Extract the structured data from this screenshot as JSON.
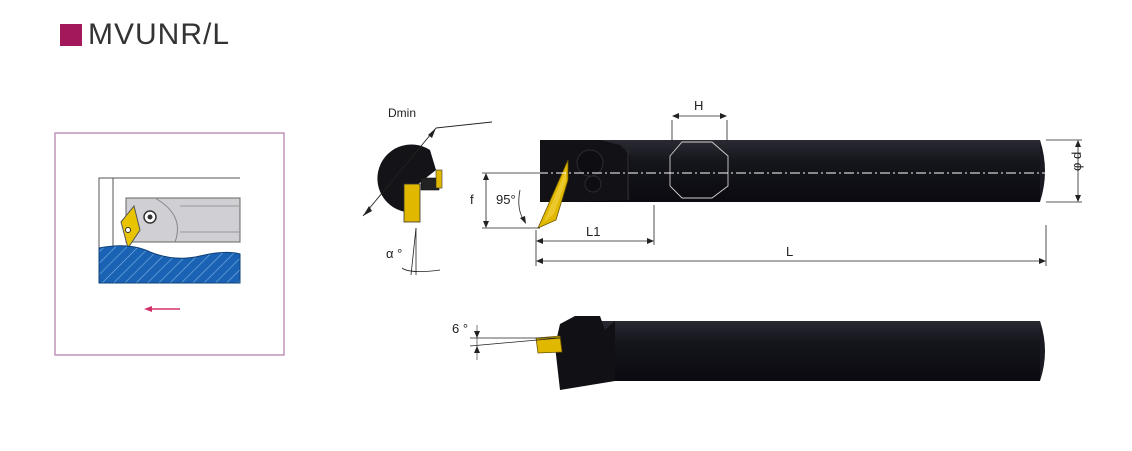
{
  "header": {
    "title": "MVUNR/L",
    "accent_color": "#a3185a"
  },
  "labels": {
    "dmin": "Dmin",
    "h": "H",
    "phi_d": "φ d",
    "f": "f",
    "angle_95": "95°",
    "l1": "L1",
    "l": "L",
    "alpha": "α °",
    "angle_6": "6 °"
  },
  "colors": {
    "tool_body": "#15151c",
    "insert": "#e0b800",
    "workpiece": "#1a63b4",
    "frame_border": "#b27aa8",
    "arrow": "#d0306a"
  }
}
